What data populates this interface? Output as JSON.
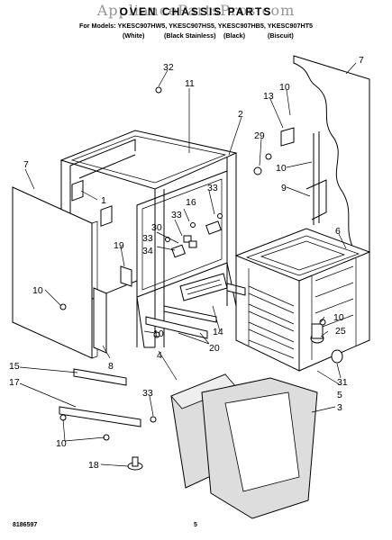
{
  "watermark": "AppliancePartsPros.com",
  "title": "OVEN CHASSIS PARTS",
  "models_line": "For Models: YKESC907HW5, YKESC907HS5, YKESC907HB5, YKESC907HT5",
  "colors": [
    "(White)",
    "(Black Stainless)",
    "(Black)",
    "(Biscuit)"
  ],
  "footer_left": "8186597",
  "footer_page": "5",
  "callouts": [
    {
      "id": "c32",
      "text": "32"
    },
    {
      "id": "c11",
      "text": "11"
    },
    {
      "id": "c7a",
      "text": "7"
    },
    {
      "id": "c13",
      "text": "13"
    },
    {
      "id": "c10a",
      "text": "10"
    },
    {
      "id": "c2",
      "text": "2"
    },
    {
      "id": "c29",
      "text": "29"
    },
    {
      "id": "c10b",
      "text": "10"
    },
    {
      "id": "c9",
      "text": "9"
    },
    {
      "id": "c7b",
      "text": "7"
    },
    {
      "id": "c1",
      "text": "1"
    },
    {
      "id": "c33a",
      "text": "33"
    },
    {
      "id": "c16",
      "text": "16"
    },
    {
      "id": "c33b",
      "text": "33"
    },
    {
      "id": "c30",
      "text": "30"
    },
    {
      "id": "c33c",
      "text": "33"
    },
    {
      "id": "c34",
      "text": "34"
    },
    {
      "id": "c19",
      "text": "19"
    },
    {
      "id": "c6",
      "text": "6"
    },
    {
      "id": "c10c",
      "text": "10"
    },
    {
      "id": "c14",
      "text": "14"
    },
    {
      "id": "c10d",
      "text": "10"
    },
    {
      "id": "c25",
      "text": "25"
    },
    {
      "id": "c10e",
      "text": "10"
    },
    {
      "id": "c20",
      "text": "20"
    },
    {
      "id": "c8",
      "text": "8"
    },
    {
      "id": "c4",
      "text": "4"
    },
    {
      "id": "c31",
      "text": "31"
    },
    {
      "id": "c5",
      "text": "5"
    },
    {
      "id": "c15",
      "text": "15"
    },
    {
      "id": "c17",
      "text": "17"
    },
    {
      "id": "c33d",
      "text": "33"
    },
    {
      "id": "c3",
      "text": "3"
    },
    {
      "id": "c10f",
      "text": "10"
    },
    {
      "id": "c18",
      "text": "18"
    }
  ]
}
